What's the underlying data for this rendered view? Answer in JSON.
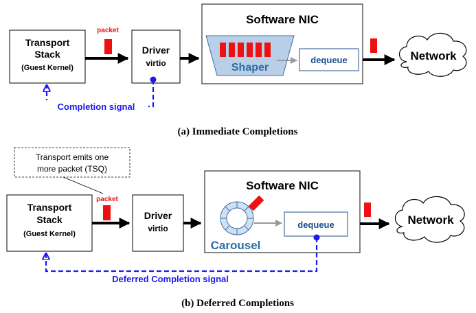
{
  "colors": {
    "packet_red": "#ee1111",
    "completion_blue": "#1a1af0",
    "shaper_fill": "#b9cfe8",
    "shaper_text": "#2e6aa8",
    "dequeue_text": "#1f4e8c",
    "nic_border": "#333333",
    "process_arrow": "#999999"
  },
  "diagram_a": {
    "transport_line1": "Transport",
    "transport_line2": "Stack",
    "transport_sub": "(Guest Kernel)",
    "packet_label": "packet",
    "driver_label": "Driver",
    "driver_sub": "virtio",
    "nic_title": "Software NIC",
    "shaper_label": "Shaper",
    "dequeue_label": "dequeue",
    "network_label": "Network",
    "completion_label": "Completion signal",
    "caption": "(a) Immediate Completions"
  },
  "diagram_b": {
    "note_line1": "Transport emits one",
    "note_line2": "more packet (TSQ)",
    "transport_line1": "Transport",
    "transport_line2": "Stack",
    "transport_sub": "(Guest Kernel)",
    "packet_label": "packet",
    "driver_label": "Driver",
    "driver_sub": "virtio",
    "nic_title": "Software NIC",
    "carousel_label": "Carousel",
    "dequeue_label": "dequeue",
    "network_label": "Network",
    "completion_label": "Deferred Completion signal",
    "caption": "(b) Deferred Completions"
  }
}
